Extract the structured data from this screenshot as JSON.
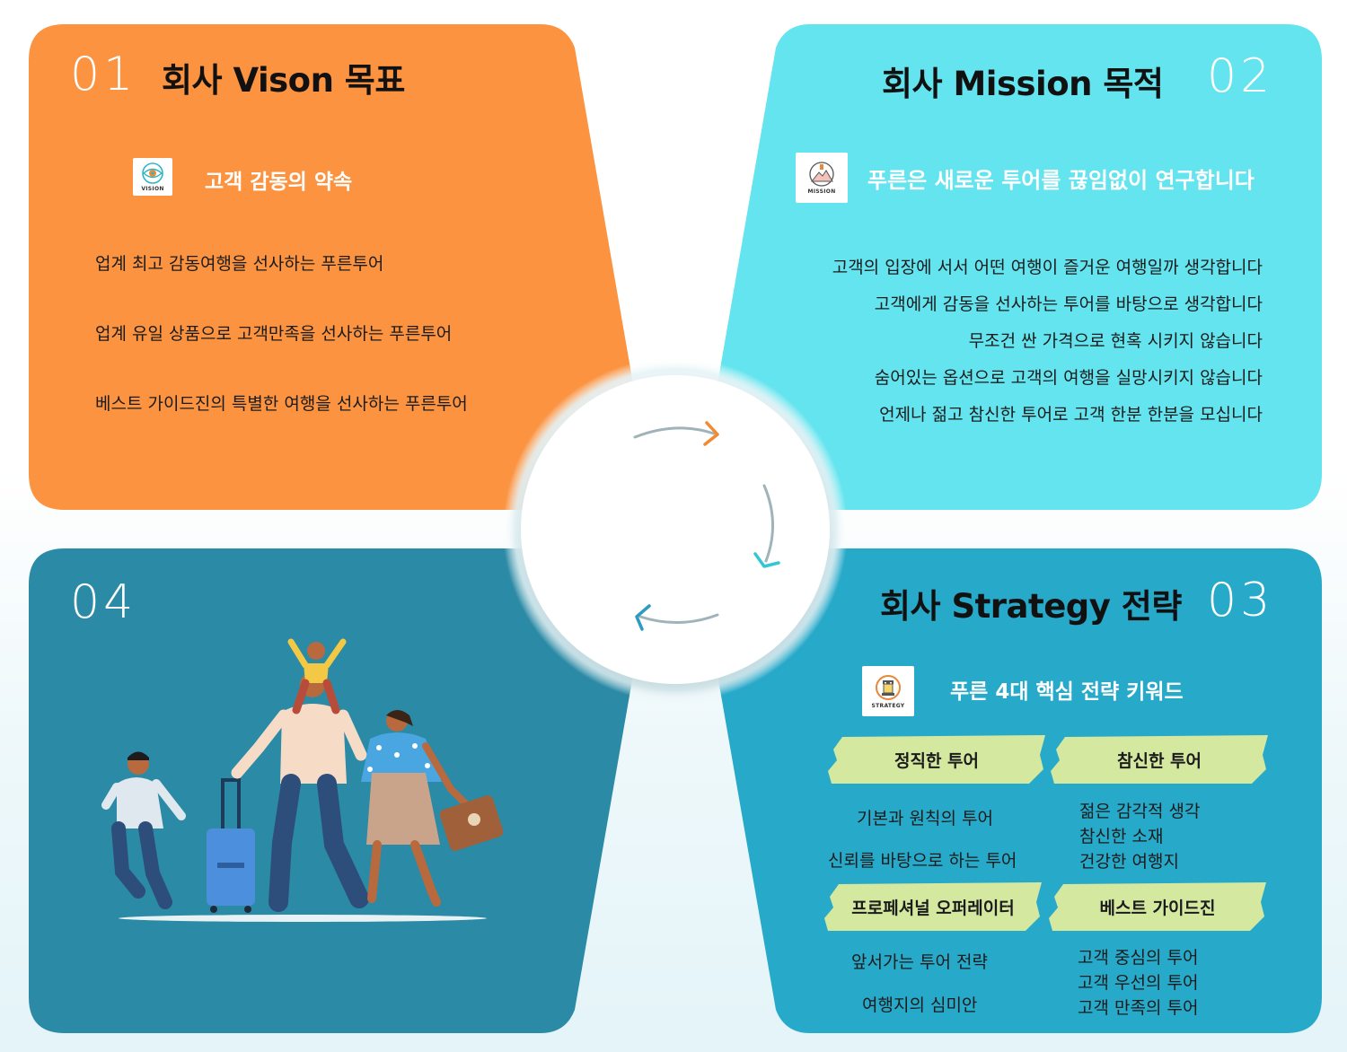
{
  "panels": {
    "vision": {
      "number": "01",
      "title": "회사 Vison 목표",
      "badge_label": "VISION",
      "subtitle": "고객 감동의 약속",
      "lines": [
        "업계 최고 감동여행을 선사하는 푸른투어",
        "업계 유일 상품으로 고객만족을 선사하는 푸른투어",
        "베스트 가이드진의 특별한 여행을 선사하는 푸른투어"
      ]
    },
    "mission": {
      "number": "02",
      "title": "회사 Mission 목적",
      "badge_label": "MISSION",
      "subtitle": "푸른은 새로운 투어를 끊임없이 연구합니다",
      "lines": [
        "고객의 입장에 서서 어떤 여행이 즐거운 여행일까 생각합니다",
        "고객에게 감동을 선사하는 투어를 바탕으로 생각합니다",
        "무조건 싼 가격으로 현혹 시키지 않습니다",
        "숨어있는 옵션으로 고객의 여행을 실망시키지 않습니다",
        "언제나 젊고 참신한 투어로 고객 한분 한분을 모십니다"
      ]
    },
    "strategy": {
      "number": "03",
      "title": "회사 Strategy 전략",
      "badge_label": "STRATEGY",
      "subtitle": "푸른 4대 핵심 전략 키워드",
      "keywords": [
        {
          "label": "정직한 투어",
          "lines": [
            "기본과 원칙의 투어",
            "신뢰를 바탕으로 하는 투어"
          ]
        },
        {
          "label": "참신한 투어",
          "lines": [
            "젊은 감각적 생각",
            "참신한 소재",
            "건강한 여행지"
          ]
        },
        {
          "label": "프로페셔널 오퍼레이터",
          "lines": [
            "앞서가는 투어 전략",
            "여행지의 심미안"
          ]
        },
        {
          "label": "베스트 가이드진",
          "lines": [
            "고객 중심의 투어",
            "고객 우선의 투어",
            "고객 만족의 투어"
          ]
        }
      ]
    },
    "illustration": {
      "number": "04"
    }
  },
  "colors": {
    "orange": "#FB9340",
    "cyan": "#63E4EE",
    "blue": "#27A9CA",
    "teal": "#2B8AA5",
    "keyword_bg": "#D4E8A0",
    "arrow_gray": "#9FB3B8",
    "arrow_orange": "#F08A33",
    "arrow_teal": "#35C6D5",
    "arrow_blue": "#2D9CC0"
  },
  "icons": [
    "eye-icon",
    "mountain-icon",
    "chess-rook-icon",
    "cycle-arrows-icon"
  ]
}
